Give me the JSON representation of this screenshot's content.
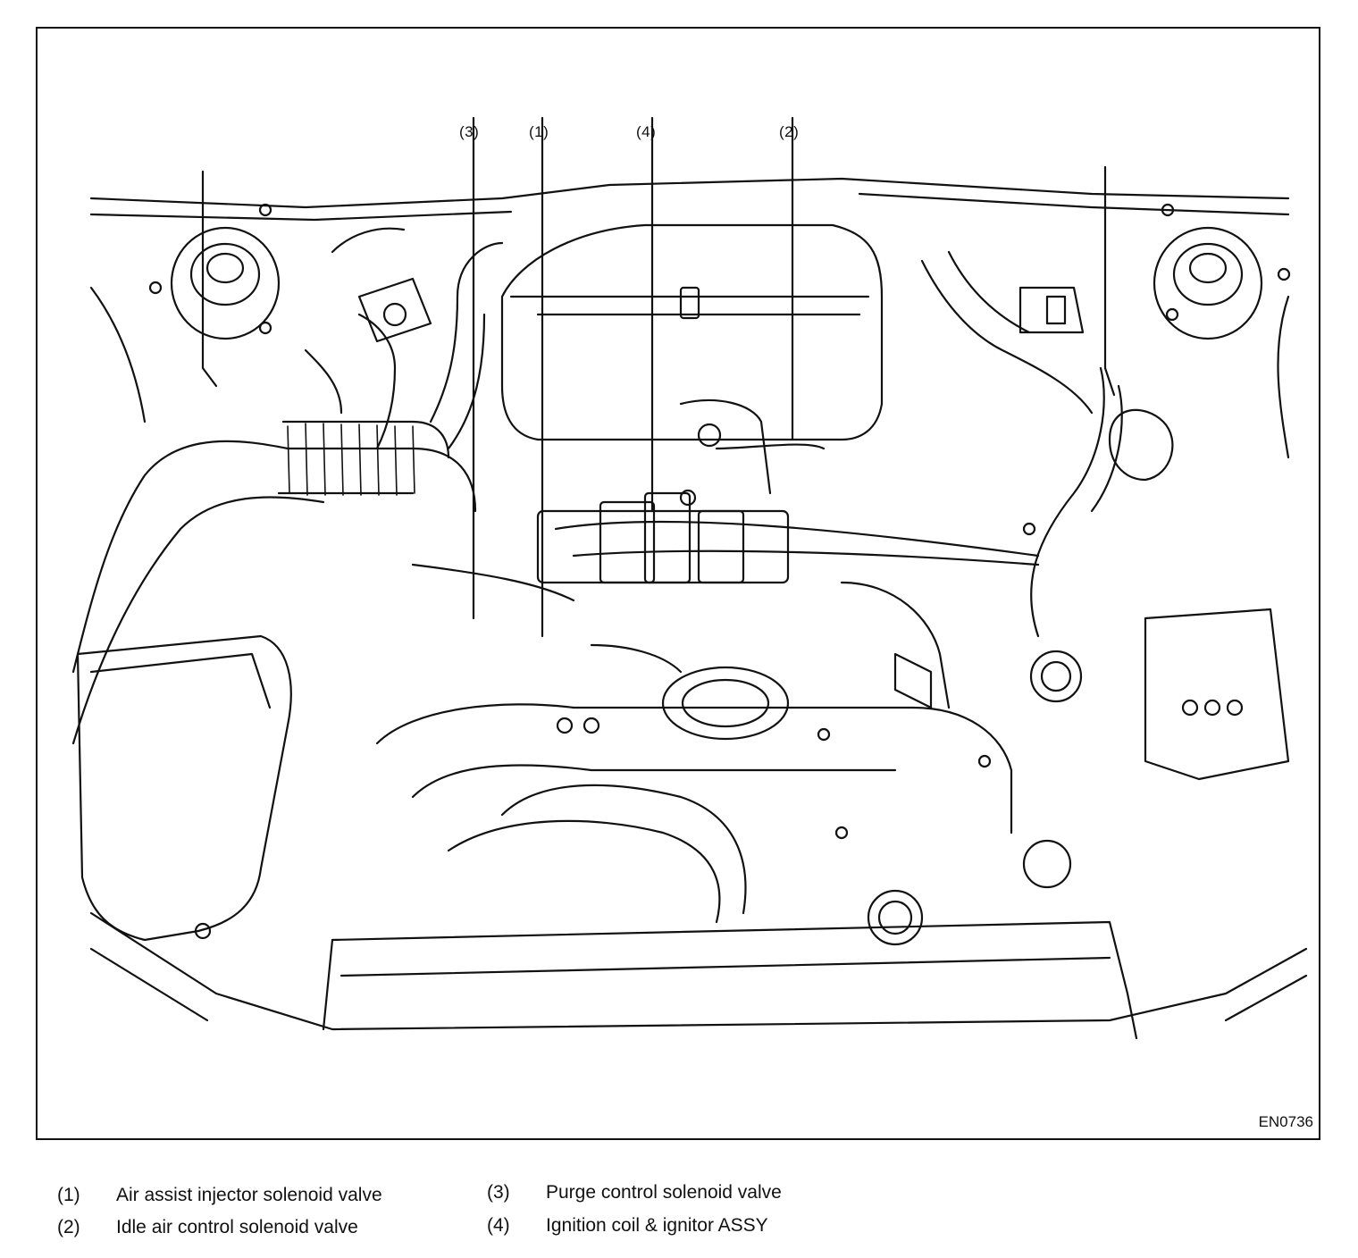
{
  "figure": {
    "id": "EN0736",
    "callouts": [
      "(3)",
      "(1)",
      "(4)",
      "(2)"
    ]
  },
  "legend": [
    {
      "num": "(1)",
      "text": "Air assist injector solenoid valve"
    },
    {
      "num": "(2)",
      "text": "Idle air control solenoid valve"
    },
    {
      "num": "(3)",
      "text": "Purge control solenoid valve"
    },
    {
      "num": "(4)",
      "text": "Ignition coil & ignitor ASSY"
    }
  ],
  "colors": {
    "ink": "#111111",
    "paper": "#ffffff"
  }
}
